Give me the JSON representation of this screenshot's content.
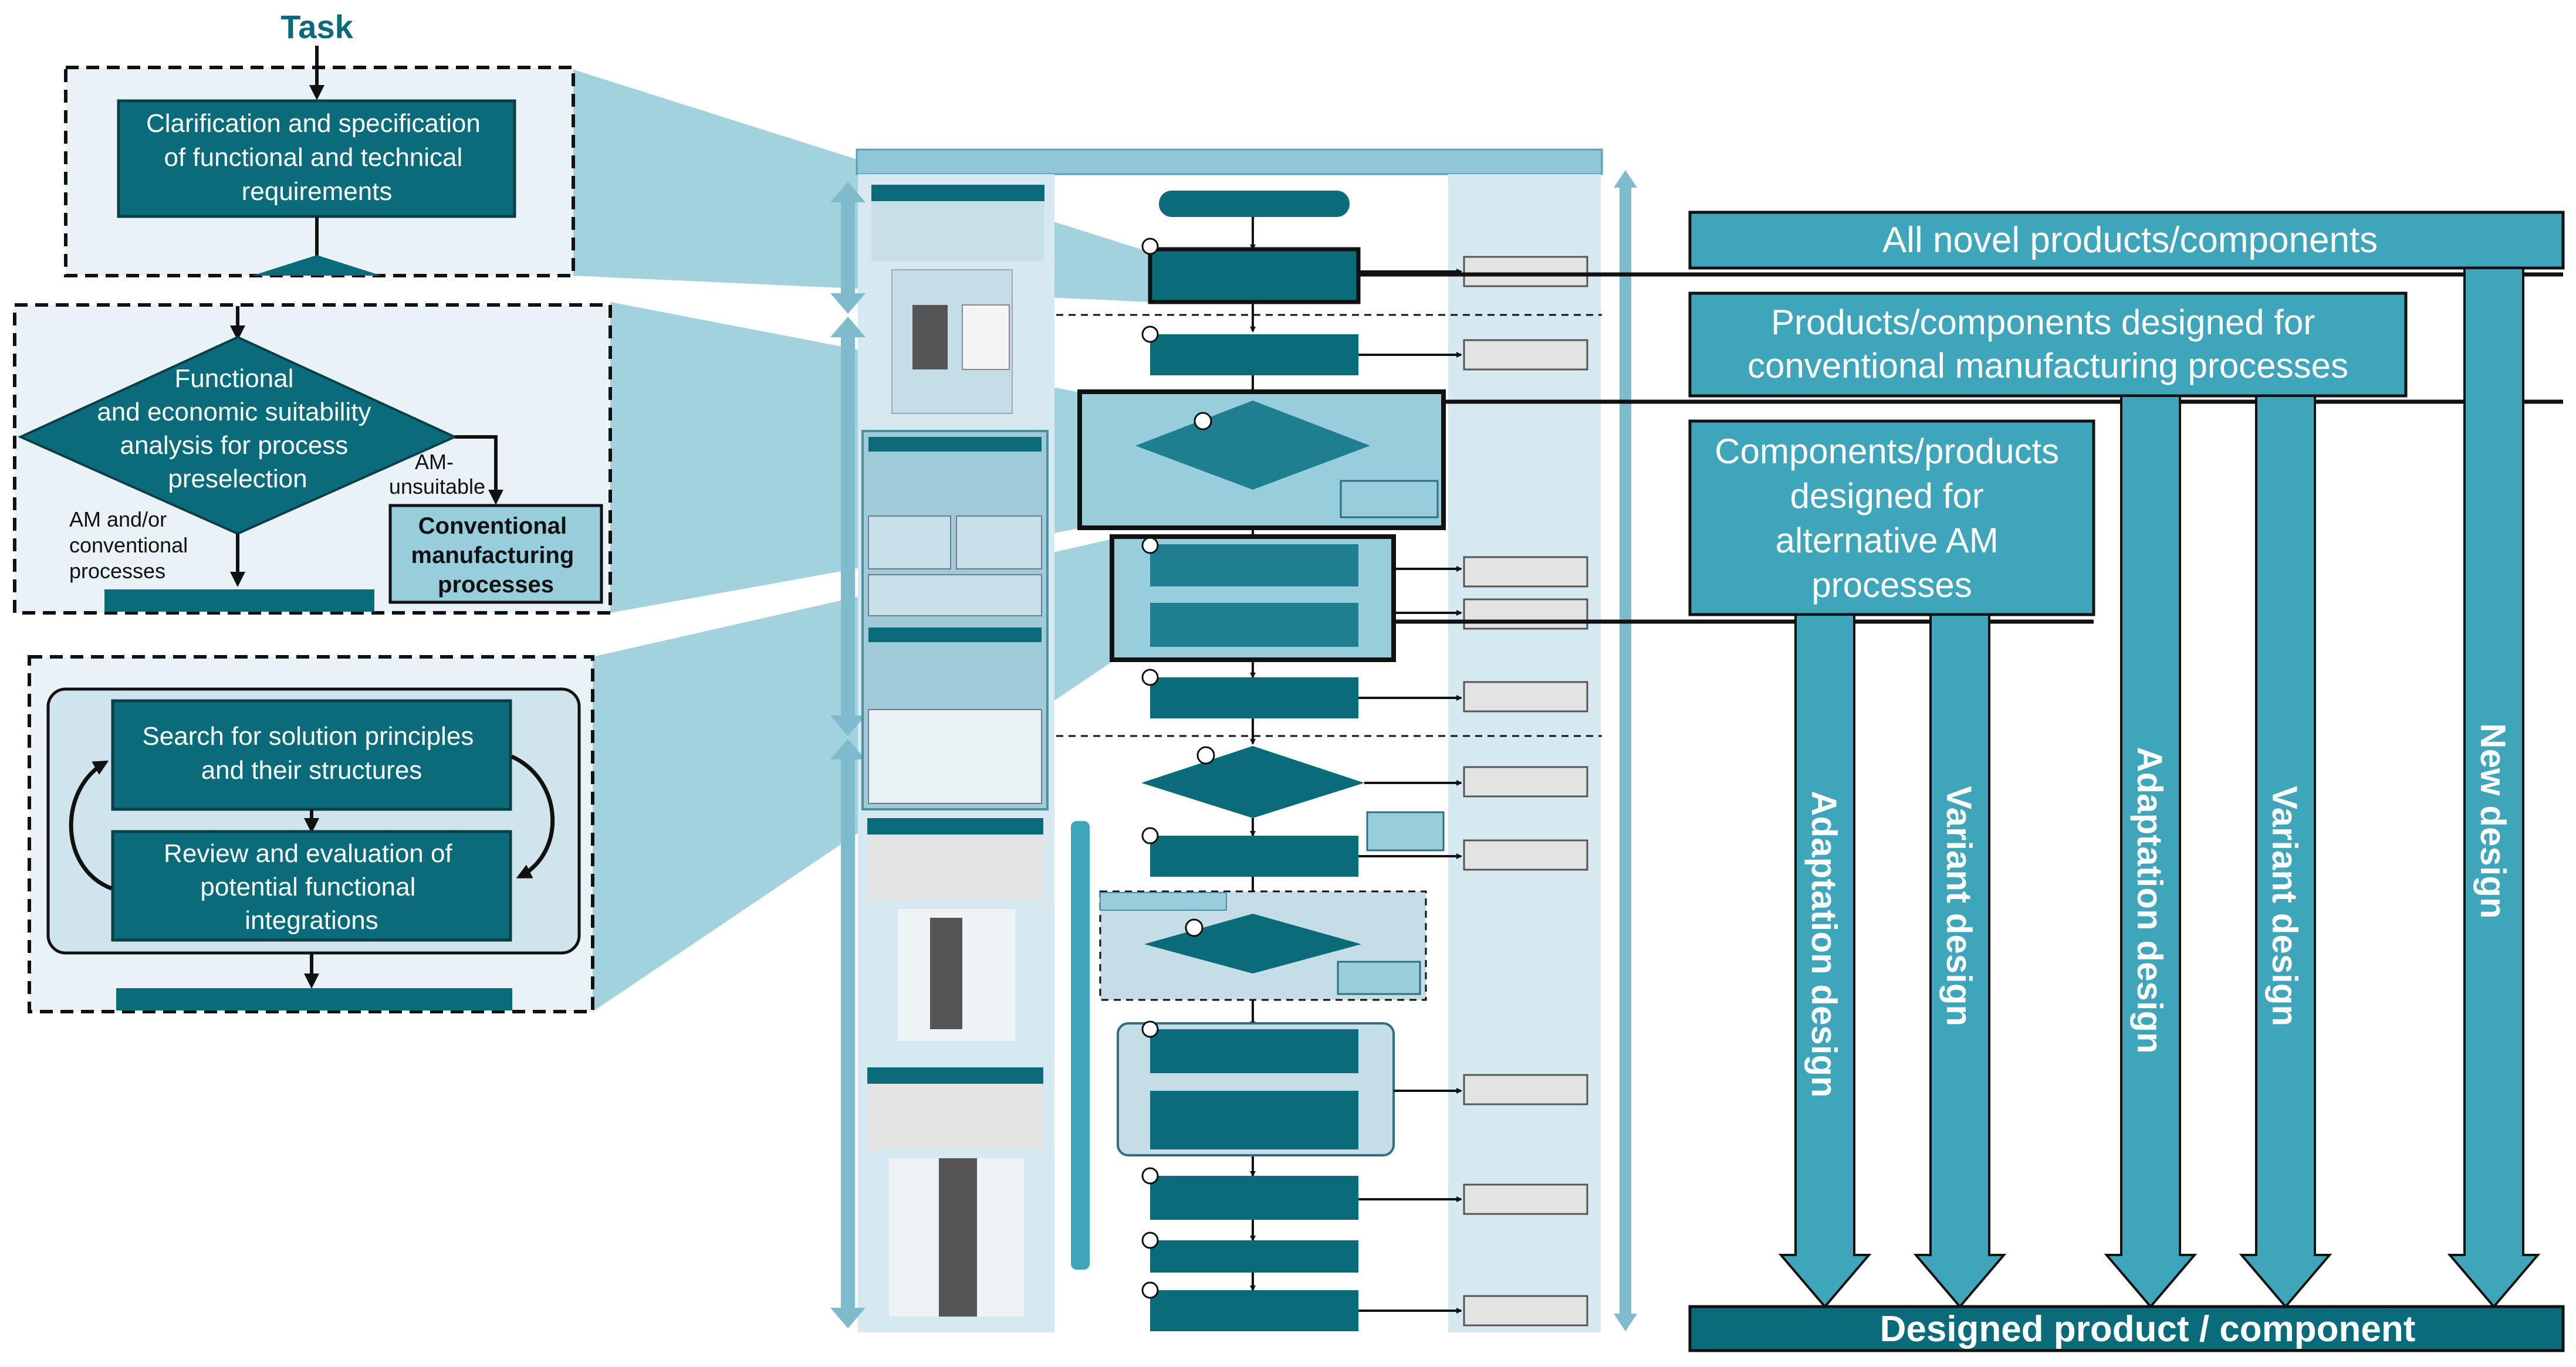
{
  "colors": {
    "teal_dark": "#0a6b7b",
    "teal_mid": "#1d7f8f",
    "teal_light": "#3fa5bb",
    "teal_pale": "#98cedc",
    "panel_bg": "#e9f2f6",
    "column_bg": "#d7e9f0",
    "box_gray": "#e3e3e3",
    "text_dark": "#111111"
  },
  "detail_left": {
    "task_label": "Task",
    "box1": [
      "Clarification and specification",
      "of functional and technical",
      "requirements"
    ],
    "diamond": [
      "Functional",
      "and economic suitability",
      "analysis for process",
      "preselection"
    ],
    "label_am_unsuitable": [
      "AM-",
      "unsuitable"
    ],
    "label_am_conventional": [
      "AM and/or",
      "conventional",
      "processes"
    ],
    "conventional_box": [
      "Conventional",
      "manufacturing",
      "processes"
    ],
    "search_box": [
      "Search for solution principles",
      "and their structures"
    ],
    "review_box": [
      "Review and evaluation of",
      "potential functional",
      "integrations"
    ]
  },
  "right": {
    "band1": "All novel products/components",
    "band2": [
      "Products/components designed for",
      "conventional manufacturing processes"
    ],
    "band3": [
      "Components/products",
      "designed for",
      "alternative AM",
      "processes"
    ],
    "arrows": [
      "Adaptation design",
      "Variant design",
      "Adaptation design",
      "Variant design",
      "New design"
    ],
    "bottom_bar": "Designed product / component"
  }
}
